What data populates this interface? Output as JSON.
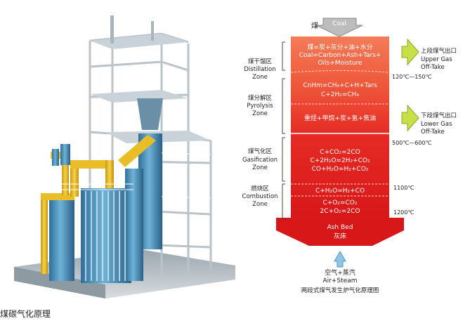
{
  "input": {
    "zh": "煤",
    "en": "Coal"
  },
  "reactor": {
    "distillation": [
      "煤=炭+灰分+油+水分",
      "Coal=Carbon+Ash+Tars+",
      "Oils+Moisture"
    ],
    "pyrolysis": [
      "CnHm=CH₄+C+H+Tars",
      "C+2H₂=CH₄"
    ],
    "pyrolysis_products": "重烃+甲烷+炭+氢+焦油",
    "gasification": [
      "C+CO₂=2CO",
      "C+2H₂O=2H₂+CO₂",
      "CO+H₂O=H₂+CO₂"
    ],
    "gas_shift": "C+H₂O=H₂+CO",
    "combustion": [
      "C+O₂=CO₂",
      "2C+O₂=2CO"
    ],
    "ash_bed": {
      "en": "Ash Bed",
      "zh": "灰床"
    }
  },
  "zones": {
    "distillation": {
      "zh": "煤干馏区",
      "en1": "Distillation",
      "en2": "Zone"
    },
    "pyrolysis": {
      "zh": "煤分解区",
      "en1": "Pyrolysis",
      "en2": "Zone"
    },
    "gasification": {
      "zh": "煤气化区",
      "en1": "Gasification",
      "en2": "Zone"
    },
    "combustion": {
      "zh": "燃烧区",
      "en1": "Combustion",
      "en2": "Zone"
    }
  },
  "outlets": {
    "upper": {
      "zh": "上段煤气出口",
      "en1": "Upper Gas",
      "en2": "Off-Take"
    },
    "lower": {
      "zh": "下段煤气出口",
      "en1": "Lower Gas",
      "en2": "Off-Take"
    }
  },
  "temperatures": {
    "t1": "120℃—150℃",
    "t2": "500℃—600℃",
    "t3": "1100℃",
    "t4": "1200℃"
  },
  "air_input": {
    "zh": "空气+蒸汽",
    "en": "Air+Steam"
  },
  "diagram_caption": "两段式煤气发生炉气化原理图",
  "page_caption": "煤碳气化原理",
  "colors": {
    "hot_red": "#e01e1e",
    "top_orange": "#f06440",
    "outlet_arrow": "#c8e048",
    "air_arrow": "#8ec4e8"
  }
}
